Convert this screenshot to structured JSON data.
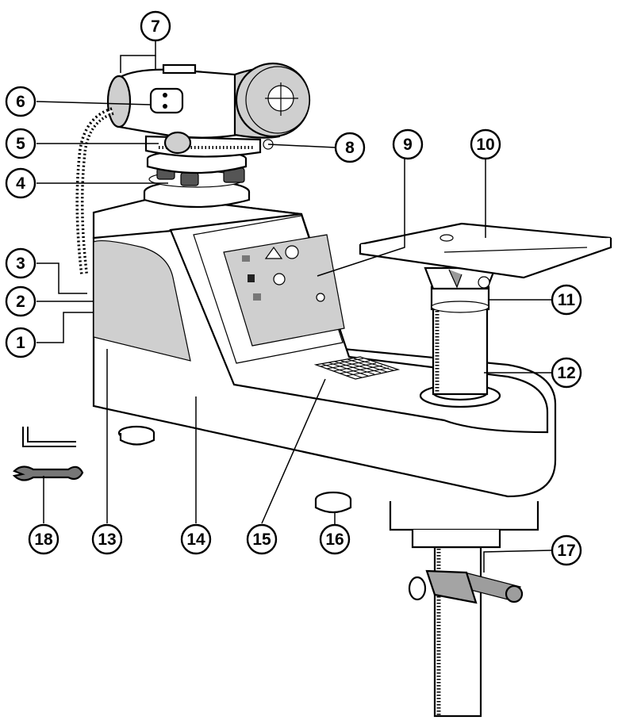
{
  "callouts": [
    {
      "n": "1"
    },
    {
      "n": "2"
    },
    {
      "n": "3"
    },
    {
      "n": "4"
    },
    {
      "n": "5"
    },
    {
      "n": "6"
    },
    {
      "n": "7"
    },
    {
      "n": "8"
    },
    {
      "n": "9"
    },
    {
      "n": "10"
    },
    {
      "n": "11"
    },
    {
      "n": "12"
    },
    {
      "n": "13"
    },
    {
      "n": "14"
    },
    {
      "n": "15"
    },
    {
      "n": "16"
    },
    {
      "n": "17"
    },
    {
      "n": "18"
    }
  ],
  "colors": {
    "line": "#000000",
    "panel_gray": "#cfcfcf",
    "device_white": "#ffffff",
    "metal_gray": "#a9a9a9"
  }
}
